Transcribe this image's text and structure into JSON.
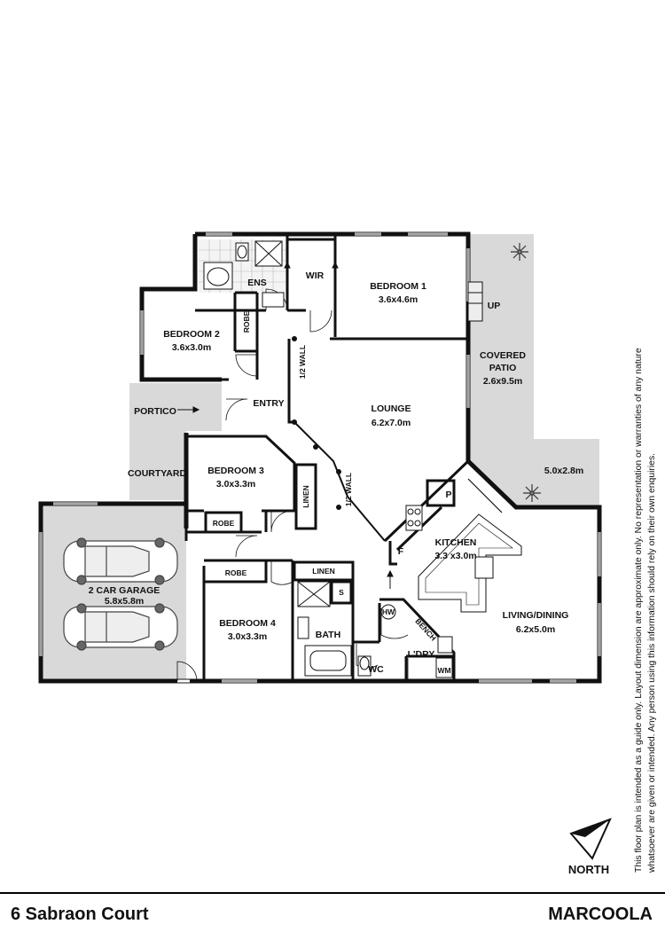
{
  "rooms": {
    "ens": "ENS",
    "wir": "WIR",
    "bedroom1": {
      "name": "BEDROOM 1",
      "size": "3.6x4.6m"
    },
    "bedroom2": {
      "name": "BEDROOM 2",
      "size": "3.6x3.0m"
    },
    "bedroom3": {
      "name": "BEDROOM 3",
      "size": "3.0x3.3m"
    },
    "bedroom4": {
      "name": "BEDROOM 4",
      "size": "3.0x3.3m"
    },
    "robe": "ROBE",
    "portico": "PORTICO",
    "entry": "ENTRY",
    "lounge": {
      "name": "LOUNGE",
      "size": "6.2x7.0m"
    },
    "covered_patio": {
      "name1": "COVERED",
      "name2": "PATIO",
      "size": "2.6x9.5m"
    },
    "patio_extension": "5.0x2.8m",
    "up": "UP",
    "courtyard": "COURTYARD",
    "linen": "LINEN",
    "garage": {
      "name": "2 CAR GARAGE",
      "size": "5.8x5.8m"
    },
    "kitchen": {
      "name": "KITCHEN",
      "size": "3.3 x3.0m"
    },
    "pantry": "P",
    "fridge": "F",
    "shower_recess": "S",
    "bath": "BATH",
    "wc": "WC",
    "laundry": "L'DRY",
    "hot_water": "HW",
    "bench": "BENCH",
    "washing_machine": "WM",
    "living_dining": {
      "name": "LIVING/DINING",
      "size": "6.2x5.0m"
    },
    "half_wall": "1/2 WALL"
  },
  "compass_label": "NORTH",
  "disclaimer": [
    "This floor plan is intended as a guide only. Layout dimension are approximate only. No representation or warranties of any nature",
    "whatsoever are given or intended. Any person using this information should rely on their own enquiries."
  ],
  "footer": {
    "address": "6 Sabraon Court",
    "suburb": "MARCOOLA"
  }
}
